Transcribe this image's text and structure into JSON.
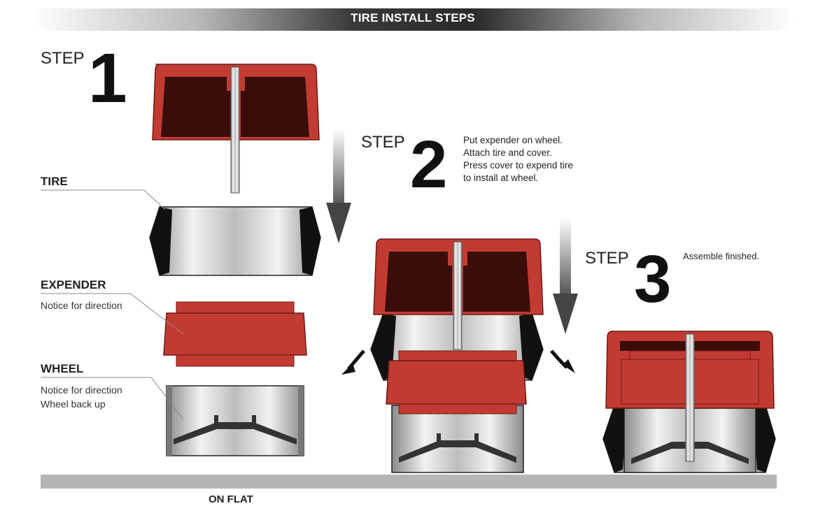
{
  "title": "TIRE INSTALL STEPS",
  "steps": [
    {
      "word": "STEP",
      "number": "1"
    },
    {
      "word": "STEP",
      "number": "2",
      "text": [
        "Put expender on wheel.",
        "Attach tire and cover.",
        "Press cover to expend tire",
        "to install at wheel."
      ]
    },
    {
      "word": "STEP",
      "number": "3",
      "text": [
        "Assemble finished."
      ]
    }
  ],
  "labels": {
    "tire": {
      "heading": "TIRE"
    },
    "expender": {
      "heading": "EXPENDER",
      "notes": [
        "Notice for direction"
      ]
    },
    "wheel": {
      "heading": "WHEEL",
      "notes": [
        "Notice for direction",
        "Wheel back up"
      ]
    }
  },
  "ground_label": "ON FLAT",
  "colors": {
    "cover_red": "#c23b32",
    "cover_dark": "#3a0d0b",
    "tire_black": "#111111",
    "ground": "#b5b5b5"
  }
}
